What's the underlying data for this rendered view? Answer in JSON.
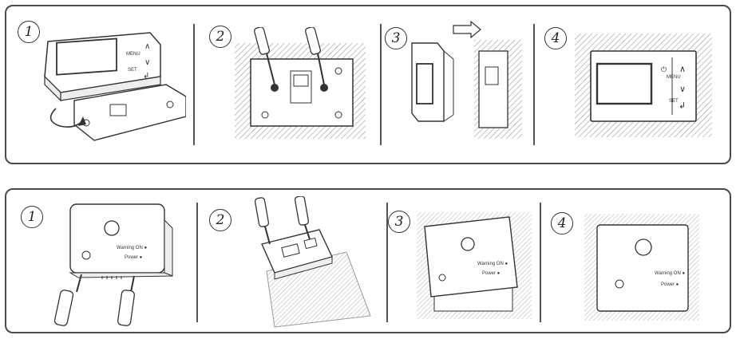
{
  "top_steps": [
    {
      "number": "1"
    },
    {
      "number": "2"
    },
    {
      "number": "3"
    },
    {
      "number": "4"
    }
  ],
  "bottom_steps": [
    {
      "number": "1",
      "labels": [
        "Warning ON ●",
        "Power ●"
      ]
    },
    {
      "number": "2"
    },
    {
      "number": "3",
      "labels": [
        "Warning ON ●",
        "Power ●"
      ]
    },
    {
      "number": "4",
      "labels": [
        "Warning ON ●",
        "Power ●"
      ]
    }
  ],
  "thermostat_buttons": [
    "⏻",
    "∧",
    "∨",
    "↲"
  ],
  "thermostat_button_labels": [
    "MENU",
    "SET"
  ],
  "colors": {
    "line": "#333333",
    "hatch": "#9a9a9a",
    "border": "#4a4a4a"
  }
}
